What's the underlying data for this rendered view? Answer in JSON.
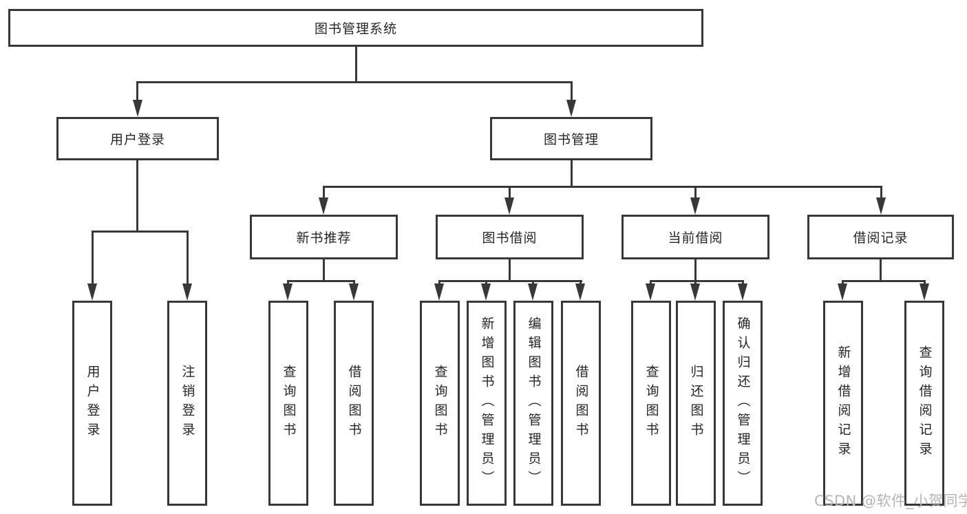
{
  "diagram": {
    "root": "图书管理系统",
    "level2": {
      "user_login": "用户登录",
      "book_mgmt": "图书管理"
    },
    "level3": {
      "new_book_rec": "新书推荐",
      "book_borrow": "图书借阅",
      "current_borrow": "当前借阅",
      "borrow_records": "借阅记录"
    },
    "leaves": {
      "user_login": "用户登录",
      "logout": "注销登录",
      "rec_query_books": "查询图书",
      "rec_borrow_books": "借阅图书",
      "bb_query_books": "查询图书",
      "bb_add_book_admin": "新增图书（管理员）",
      "bb_edit_book_admin": "编辑图书（管理员）",
      "bb_borrow_books": "借阅图书",
      "cur_query_books": "查询图书",
      "cur_return_book": "归还图书",
      "cur_confirm_return_admin": "确认归还（管理员）",
      "hist_add_record": "新增借阅记录",
      "hist_query_record": "查询借阅记录"
    }
  },
  "watermark": "CSDN @软件_小贺同学",
  "colors": {
    "line": "#383838",
    "text": "#262626",
    "watermark": "#b5b5b5",
    "background": "#ffffff"
  }
}
